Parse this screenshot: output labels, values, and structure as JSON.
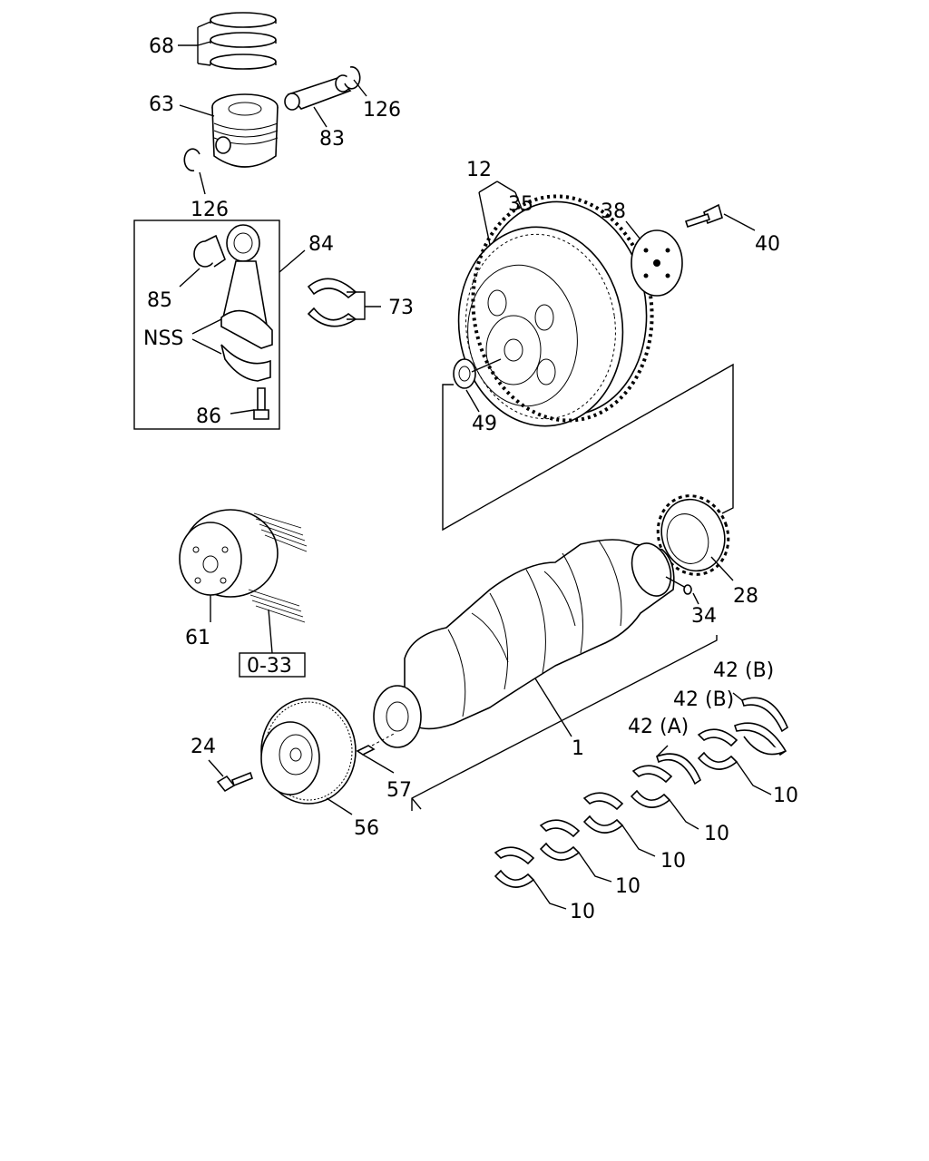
{
  "labels": {
    "p68": "68",
    "p63": "63",
    "p83": "83",
    "p126a": "126",
    "p126b": "126",
    "p84": "84",
    "p85": "85",
    "p73": "73",
    "nss": "NSS",
    "p86": "86",
    "p12": "12",
    "p35": "35",
    "p38": "38",
    "p40": "40",
    "p49": "49",
    "p28": "28",
    "p34": "34",
    "p61": "61",
    "ref": "0-33",
    "p1": "1",
    "p24": "24",
    "p57": "57",
    "p56": "56",
    "p42b1": "42 (B)",
    "p42b2": "42 (B)",
    "p42a": "42 (A)",
    "p10a": "10",
    "p10b": "10",
    "p10c": "10",
    "p10d": "10",
    "p10e": "10"
  }
}
